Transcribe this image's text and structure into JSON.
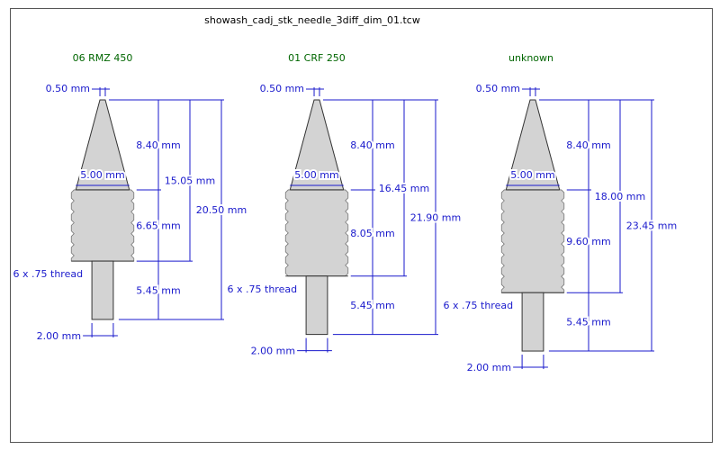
{
  "title": "showash_cadj_stk_needle_3diff_dim_01.tcw",
  "colors": {
    "dimension": "#1a1acc",
    "header": "#006600",
    "part_fill": "#d3d3d3",
    "outline": "#333333"
  },
  "needles": [
    {
      "name": "06 RMZ 450",
      "tip_mm": 0.5,
      "cone_len_mm": 8.4,
      "cone_base_mm": 5.0,
      "thread_len_mm": 6.65,
      "shank_len_mm": 5.45,
      "shank_dia_mm": 2.0,
      "labels": {
        "tip": "0.50 mm",
        "cone": "8.40 mm",
        "base": "5.00 mm",
        "thread": "6.65 mm",
        "tip_to_thread": "15.05 mm",
        "total": "20.50 mm",
        "shank_len": "5.45 mm",
        "shank_dia": "2.00 mm",
        "thread_spec": "6 x .75 thread"
      }
    },
    {
      "name": "01 CRF 250",
      "tip_mm": 0.5,
      "cone_len_mm": 8.4,
      "cone_base_mm": 5.0,
      "thread_len_mm": 8.05,
      "shank_len_mm": 5.45,
      "shank_dia_mm": 2.0,
      "labels": {
        "tip": "0.50 mm",
        "cone": "8.40 mm",
        "base": "5.00 mm",
        "thread": "8.05 mm",
        "tip_to_thread": "16.45 mm",
        "total": "21.90 mm",
        "shank_len": "5.45 mm",
        "shank_dia": "2.00 mm",
        "thread_spec": "6 x .75 thread"
      }
    },
    {
      "name": "unknown",
      "tip_mm": 0.5,
      "cone_len_mm": 8.4,
      "cone_base_mm": 5.0,
      "thread_len_mm": 9.6,
      "shank_len_mm": 5.45,
      "shank_dia_mm": 2.0,
      "labels": {
        "tip": "0.50 mm",
        "cone": "8.40 mm",
        "base": "5.00 mm",
        "thread": "9.60 mm",
        "tip_to_thread": "18.00 mm",
        "total": "23.45 mm",
        "shank_len": "5.45 mm",
        "shank_dia": "2.00 mm",
        "thread_spec": "6 x .75 thread"
      }
    }
  ]
}
